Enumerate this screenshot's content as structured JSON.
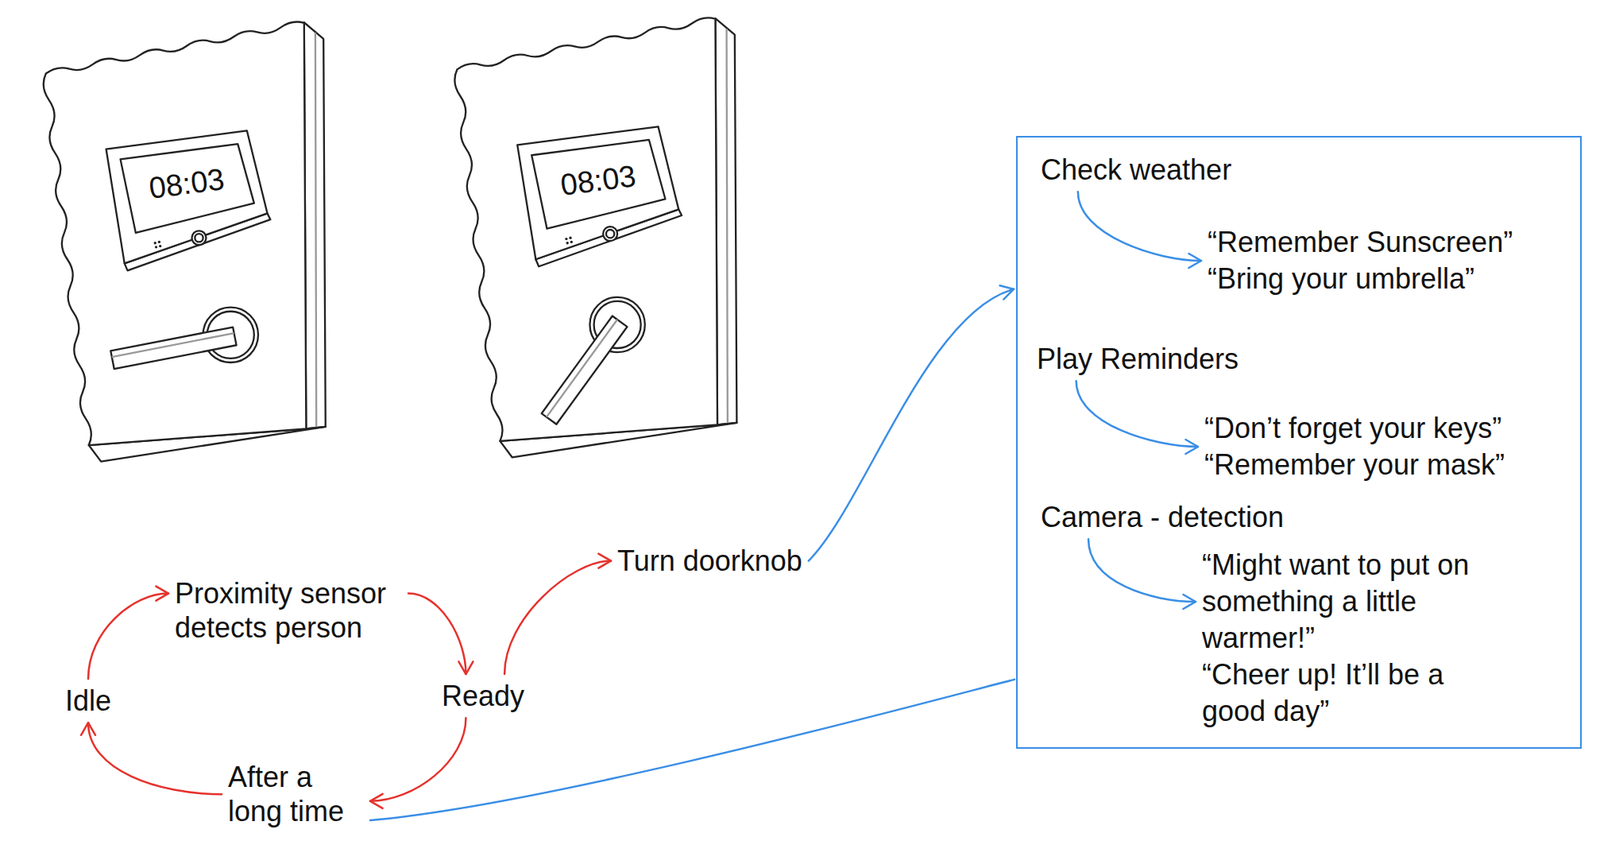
{
  "diagram": {
    "nodes": [
      {
        "text": []
      },
      {
        "text": [
          "Check weather"
        ],
        "in": 0
      },
      {
        "text": [
          "“Remember Sunscreen”",
          "“Bring your umbrella”"
        ],
        "in": 0
      },
      {
        "text": [
          "Play Reminders"
        ],
        "in": 0
      },
      {
        "text": [
          "“Don’t forget your keys”",
          "“Remember your mask”"
        ],
        "in": 0
      },
      {
        "text": [
          "Camera - detection"
        ],
        "in": 0
      },
      {
        "text": [
          "“Might want to put on something a little warmer!”",
          "“Cheer up! It’ll be a good day”"
        ],
        "in": 0
      },
      {
        "text": [
          "Turn doorknob"
        ]
      },
      {
        "text": [
          "Proximity sensor detects person"
        ]
      },
      {
        "text": [
          "Idle"
        ]
      },
      {
        "text": [
          "Ready"
        ]
      },
      {
        "text": [
          "After a long time"
        ]
      }
    ],
    "edges": [
      {
        "from": 9,
        "to": 8,
        "arrow": "to"
      },
      {
        "from": 8,
        "to": 10,
        "arrow": "to"
      },
      {
        "from": 10,
        "to": 7,
        "arrow": "to"
      },
      {
        "from": 10,
        "to": 11,
        "arrow": "to"
      },
      {
        "from": 11,
        "to": 9,
        "arrow": "to"
      },
      {
        "from": 7,
        "to": 0,
        "arrow": "to"
      },
      {
        "from": 0,
        "to": 11,
        "arrow": "none"
      },
      {
        "from": 1,
        "to": 2,
        "arrow": "to"
      },
      {
        "from": 3,
        "to": 4,
        "arrow": "to"
      },
      {
        "from": 5,
        "to": 6,
        "arrow": "to"
      }
    ],
    "labels": [
      "08:03",
      "08:03"
    ]
  }
}
